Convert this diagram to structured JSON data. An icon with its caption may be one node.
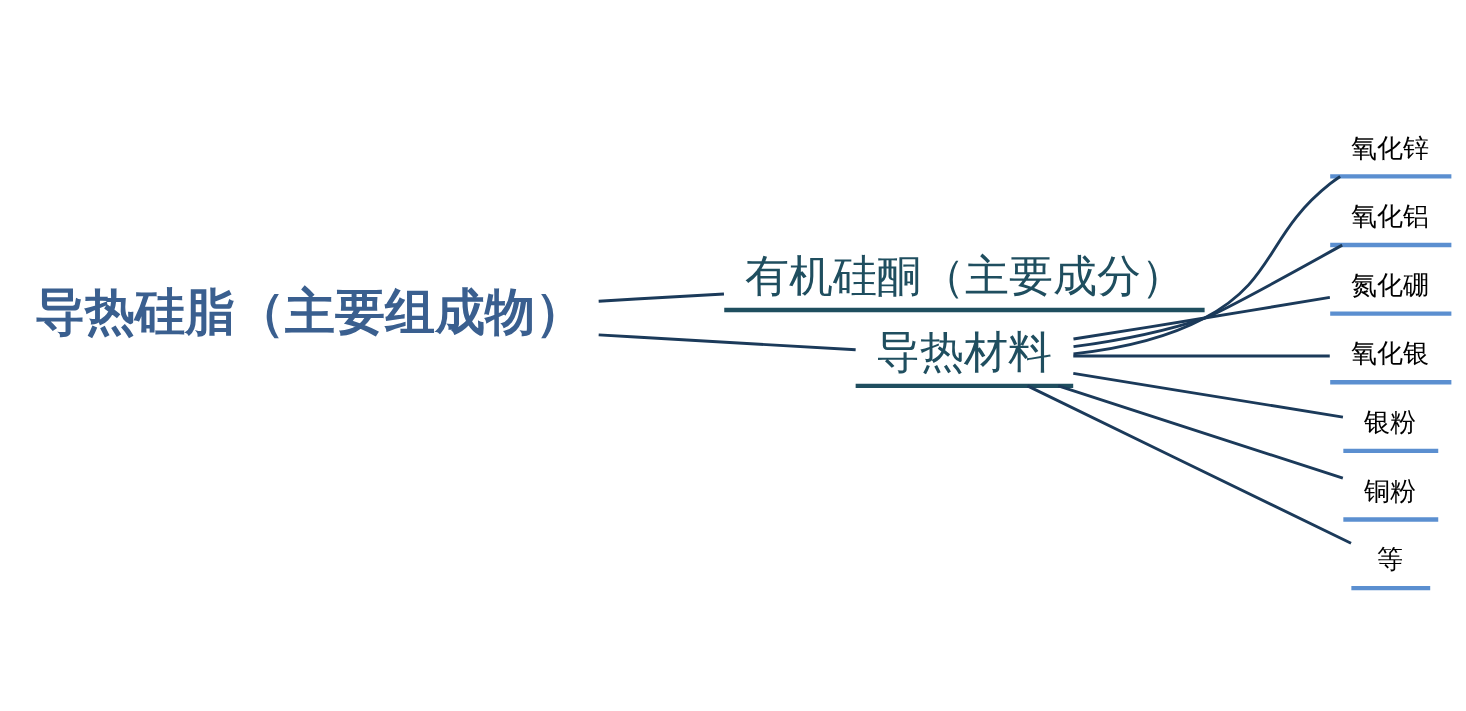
{
  "diagram": {
    "nodes": [
      {
        "text": [
          "导热硅脂（主要组成物）"
        ]
      },
      {
        "text": [
          "有机硅酮（主要成分）"
        ]
      },
      {
        "text": [
          "导热材料"
        ]
      },
      {
        "text": [
          "氧化锌"
        ]
      },
      {
        "text": [
          "氧化铝"
        ]
      },
      {
        "text": [
          "氮化硼"
        ]
      },
      {
        "text": [
          "氧化银"
        ]
      },
      {
        "text": [
          "银粉"
        ]
      },
      {
        "text": [
          "铜粉"
        ]
      },
      {
        "text": [
          "等"
        ]
      }
    ],
    "edges": [
      {
        "from": 0,
        "to": 1,
        "arrow": "none"
      },
      {
        "from": 0,
        "to": 2,
        "arrow": "none"
      },
      {
        "from": 2,
        "to": 3,
        "arrow": "none"
      },
      {
        "from": 2,
        "to": 4,
        "arrow": "none"
      },
      {
        "from": 2,
        "to": 5,
        "arrow": "none"
      },
      {
        "from": 2,
        "to": 6,
        "arrow": "none"
      },
      {
        "from": 2,
        "to": 7,
        "arrow": "none"
      },
      {
        "from": 2,
        "to": 8,
        "arrow": "none"
      },
      {
        "from": 2,
        "to": 9,
        "arrow": "none"
      }
    ]
  }
}
